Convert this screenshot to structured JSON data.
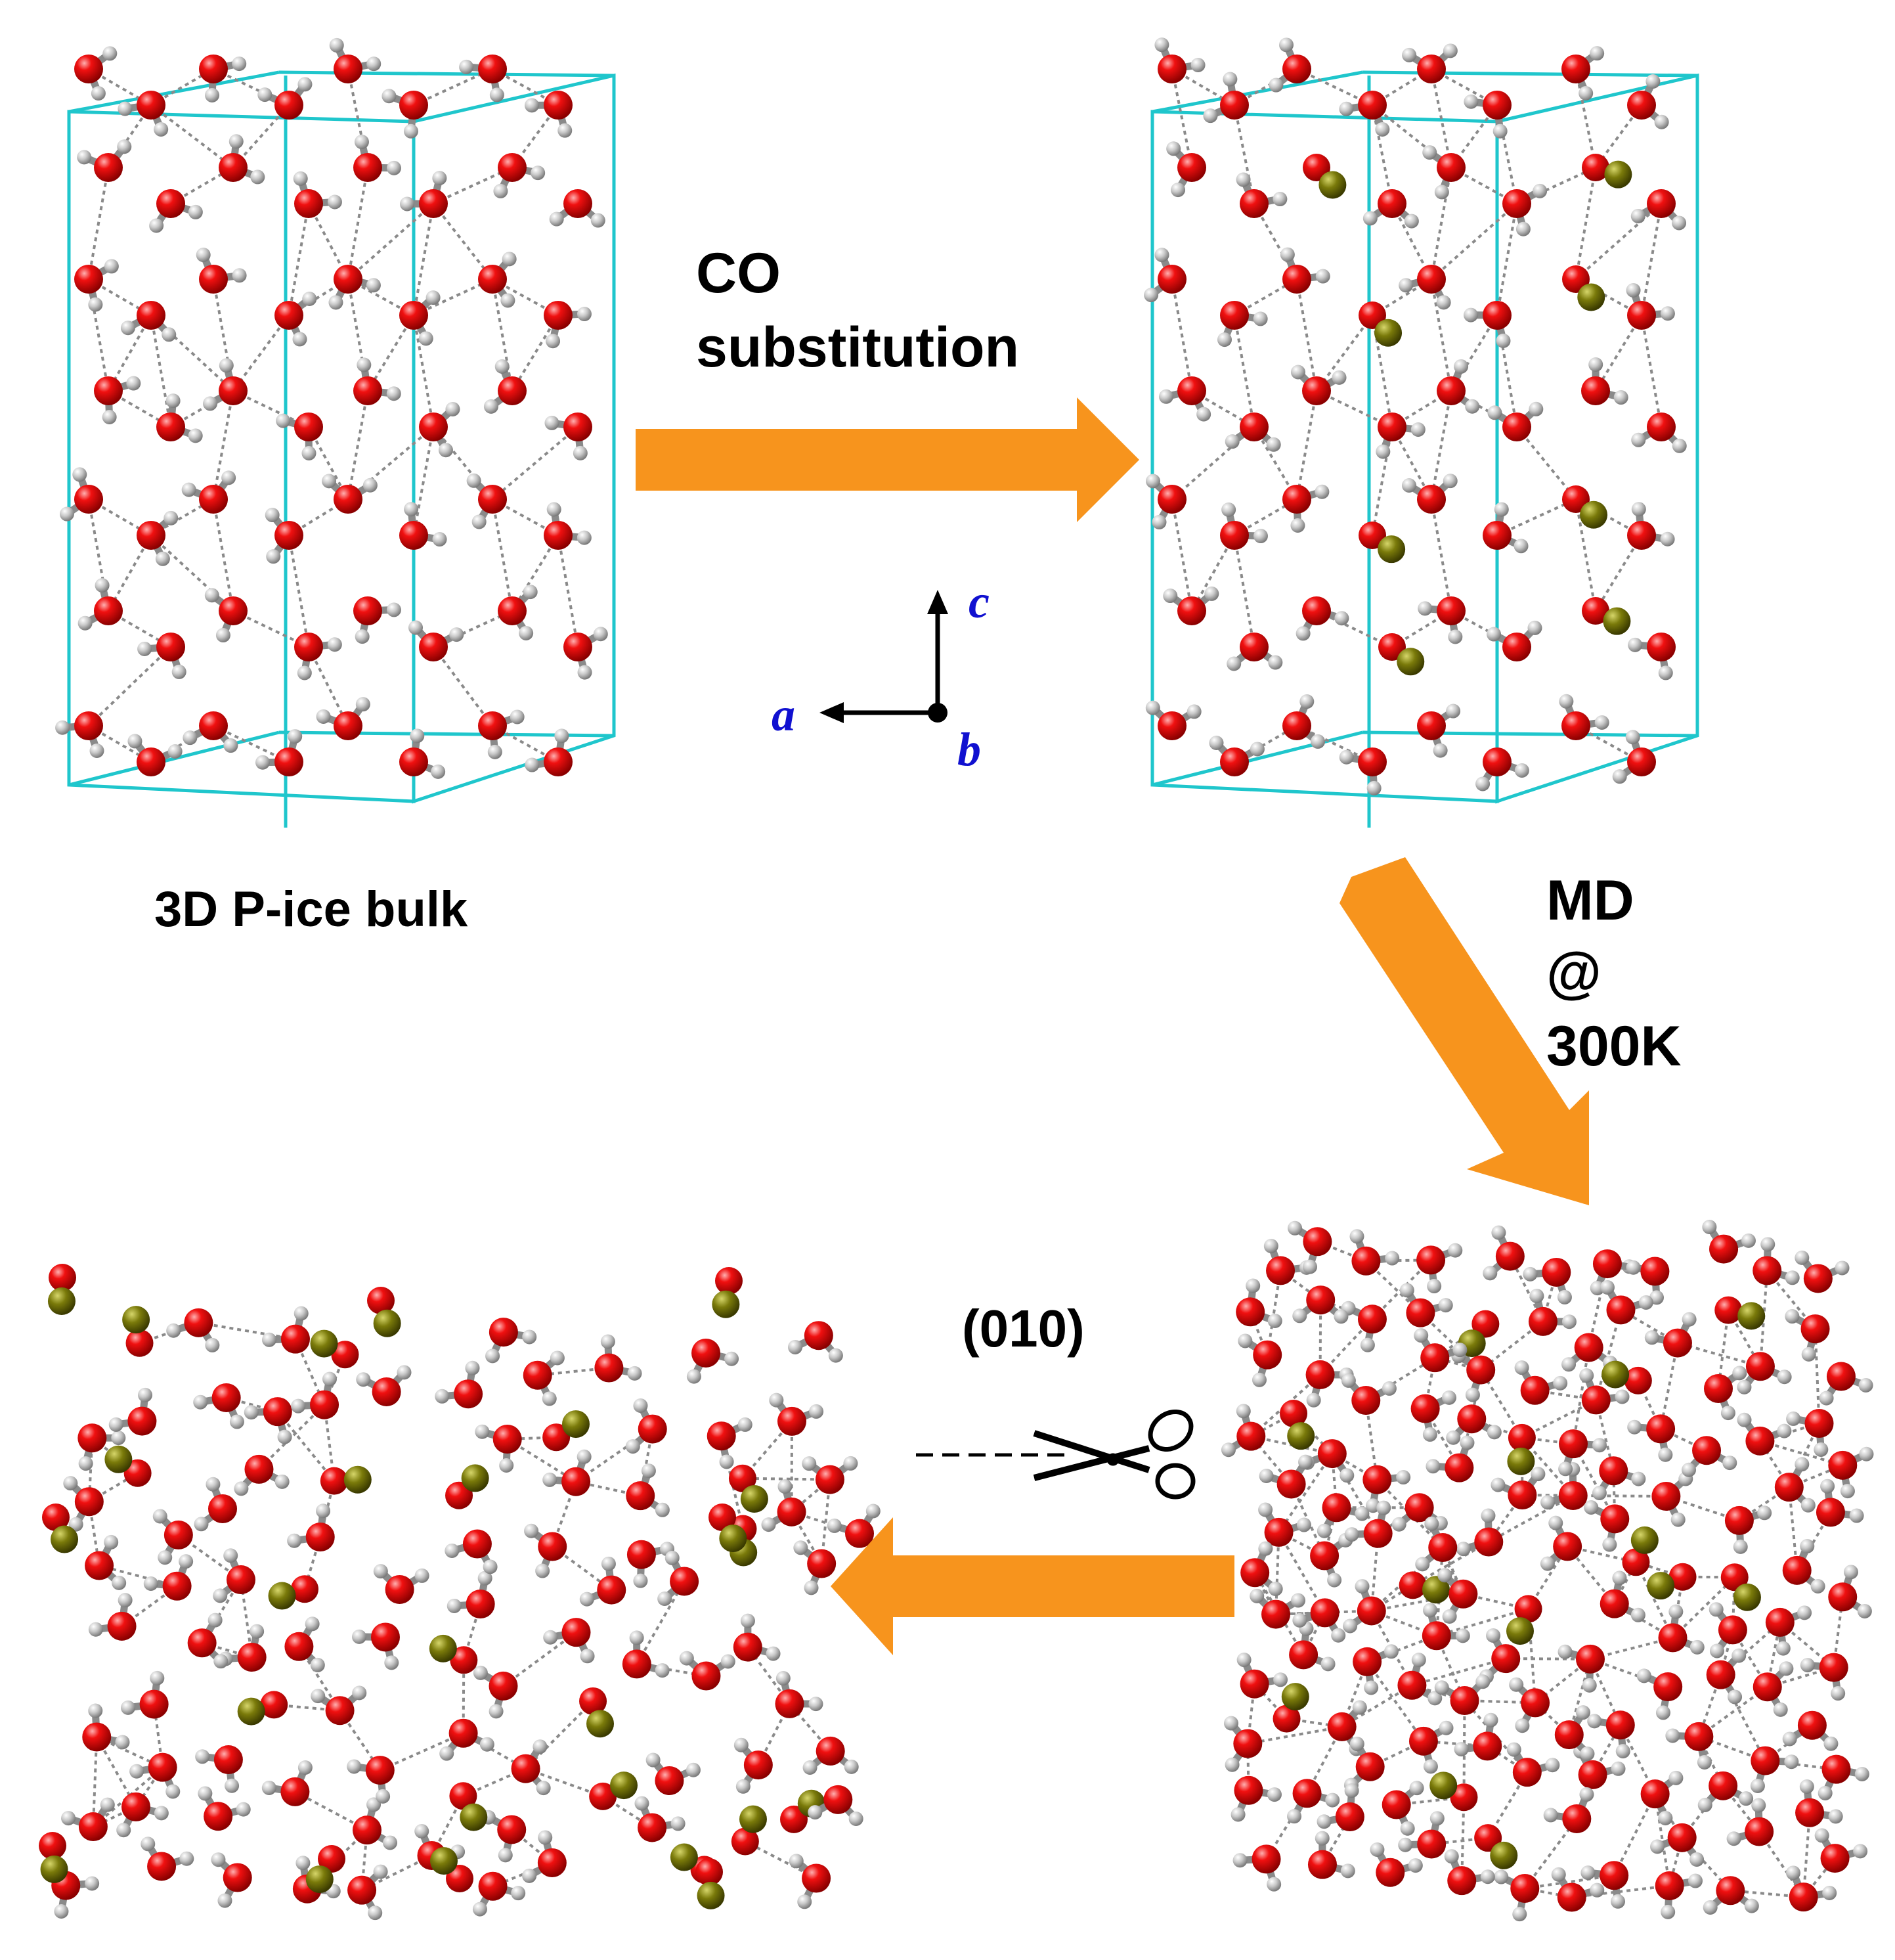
{
  "labels": {
    "bulk_caption": "3D P-ice bulk",
    "substitution_line1": "CO",
    "substitution_line2": "substitution",
    "md_line1": "MD",
    "md_line2": "@",
    "md_line3": "300K",
    "cleave_plane": "(010)"
  },
  "axes": {
    "a": "a",
    "b": "b",
    "c": "c"
  },
  "colors": {
    "oxygen": "#e8000b",
    "hydrogen": "#c0c0c0",
    "carbon": "#6b6b00",
    "cell_edge": "#1fc6cc",
    "arrow": "#f7941d",
    "axis_label": "#1010d0",
    "hbond": "#8a8a8a"
  },
  "icons": {
    "scissors": "scissors-icon"
  }
}
